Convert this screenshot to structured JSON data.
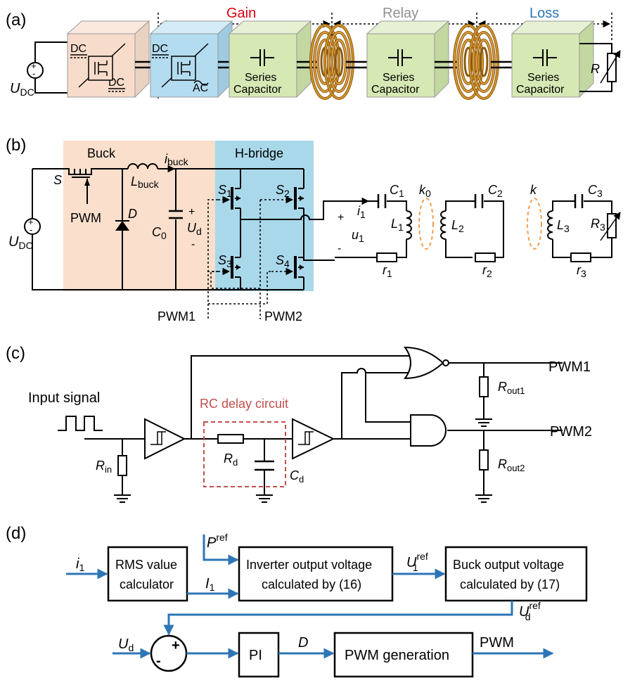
{
  "panel_a": {
    "label": "(a)",
    "gain": "Gain",
    "relay": "Relay",
    "loss": "Loss",
    "u_dc": "U",
    "u_dc_sub": "DC",
    "dc1_in": "DC",
    "dc1_out": "DC",
    "dc2_in": "DC",
    "ac2_out": "AC",
    "cap1_line1": "Series",
    "cap1_line2": "Capacitor",
    "cap2_line1": "Series",
    "cap2_line2": "Capacitor",
    "cap3_line1": "Series",
    "cap3_line2": "Capacitor",
    "r": "R",
    "colors": {
      "gain": "#e0000f",
      "relay": "#909090",
      "loss": "#2e75b6",
      "dc_block": "#f8dccb",
      "inverter": "#b3dcf0",
      "cap_block": "#d6e8b4",
      "coil": "#c8841a"
    }
  },
  "panel_b": {
    "label": "(b)",
    "buck": "Buck",
    "hbridge": "H-bridge",
    "s": "S",
    "pwm": "PWM",
    "d": "D",
    "i_buck": "i",
    "i_buck_sub": "buck",
    "l_buck": "L",
    "l_buck_sub": "buck",
    "c0": "C",
    "c0_sub": "0",
    "ud": "U",
    "ud_sub": "d",
    "udc": "U",
    "udc_sub": "DC",
    "s1": "S",
    "s1_sub": "1",
    "s2": "S",
    "s2_sub": "2",
    "s3": "S",
    "s3_sub": "3",
    "s4": "S",
    "s4_sub": "4",
    "i1": "i",
    "i1_sub": "1",
    "u1": "u",
    "u1_sub": "1",
    "c1": "C",
    "c1_sub": "1",
    "l1": "L",
    "l1_sub": "1",
    "r1": "r",
    "r1_sub": "1",
    "k0": "k",
    "k0_sub": "0",
    "c2": "C",
    "c2_sub": "2",
    "l2": "L",
    "l2_sub": "2",
    "r2": "r",
    "r2_sub": "2",
    "k": "k",
    "c3": "C",
    "c3_sub": "3",
    "l3": "L",
    "l3_sub": "3",
    "r3": "R",
    "r3_sub": "3",
    "r3b": "r",
    "r3b_sub": "3",
    "pwm1": "PWM1",
    "pwm2": "PWM2",
    "plus": "+",
    "minus": "-",
    "colors": {
      "buck_bg": "#f9dfcc",
      "hbridge_bg": "#a9d8ea",
      "coupling": "#f0a050"
    }
  },
  "panel_c": {
    "label": "(c)",
    "input_signal": "Input signal",
    "rc_delay": "RC delay circuit",
    "rin": "R",
    "rin_sub": "in",
    "rd": "R",
    "rd_sub": "d",
    "cd": "C",
    "cd_sub": "d",
    "rout1": "R",
    "rout1_sub": "out1",
    "rout2": "R",
    "rout2_sub": "out2",
    "pwm1": "PWM1",
    "pwm2": "PWM2",
    "colors": {
      "rc": "#c0504d"
    }
  },
  "panel_d": {
    "label": "(d)",
    "i1": "i",
    "i1_sub": "1",
    "rms_line1": "RMS value",
    "rms_line2": "calculator",
    "I1": "I",
    "I1_sub": "1",
    "pref": "P",
    "pref_sup": "ref",
    "inv_line1": "Inverter output voltage",
    "inv_line2": "calculated by (16)",
    "u1ref": "U",
    "u1ref_sub": "1",
    "u1ref_sup": "ref",
    "buck_line1": "Buck output voltage",
    "buck_line2": "calculated by (17)",
    "udref": "U",
    "udref_sub": "d",
    "udref_sup": "ref",
    "ud": "U",
    "ud_sub": "d",
    "plus": "+",
    "minus": "-",
    "pi": "PI",
    "d": "D",
    "pwm_gen": "PWM generation",
    "pwm": "PWM",
    "colors": {
      "arrow": "#2e75b6"
    }
  }
}
